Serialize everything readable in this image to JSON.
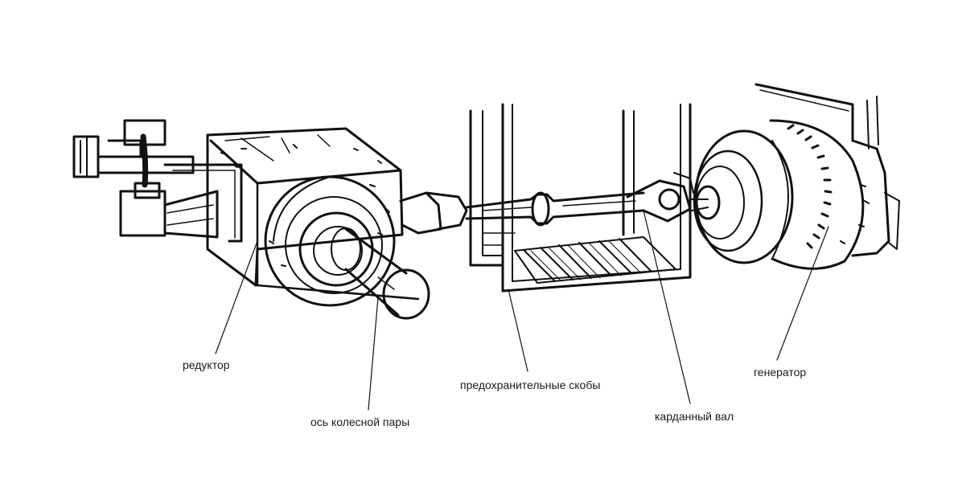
{
  "diagram": {
    "labels": {
      "reductor": "редуктор",
      "axle": "ось колесной пары",
      "safety_brackets": "предохранительные скобы",
      "cardan_shaft": "карданный вал",
      "generator": "генератор"
    },
    "colors": {
      "ink": "#111111",
      "paper": "#ffffff"
    }
  }
}
